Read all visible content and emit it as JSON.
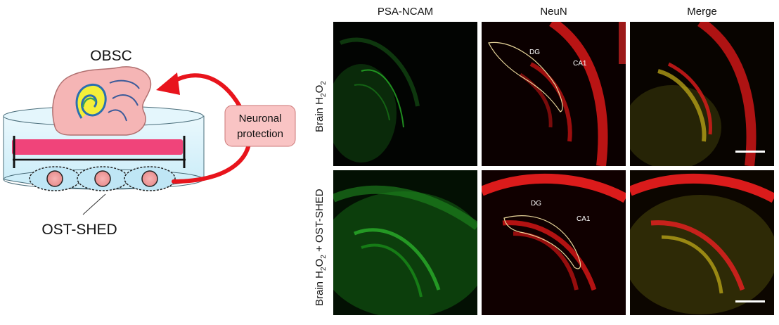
{
  "schematic": {
    "slice_label": "OBSC",
    "cells_label": "OST-SHED",
    "arrow_label_line1": "Neuronal",
    "arrow_label_line2": "protection"
  },
  "micrographs": {
    "columns": [
      "PSA-NCAM",
      "NeuN",
      "Merge"
    ],
    "rows": [
      {
        "label_main": "Brain H",
        "sub1": "2",
        "mid": "O",
        "sub2": "2",
        "suffix": ""
      },
      {
        "label_main": "Brain H",
        "sub1": "2",
        "mid": "O",
        "sub2": "2",
        "suffix": " + OST-SHED"
      }
    ],
    "annotations": {
      "row1_dg": "DG",
      "row1_ca1": "CA1",
      "row2_dg": "DG",
      "row2_ca1": "CA1"
    }
  },
  "colors": {
    "slice_fill": "#f5b5b5",
    "dish_fill": "#d9f2fb",
    "membrane": "#f0447a",
    "arrow": "#e8141c",
    "label_box": "#f9c4c4",
    "psa_ncam_channel": "#1ec51e",
    "neun_channel": "#ff2020"
  }
}
